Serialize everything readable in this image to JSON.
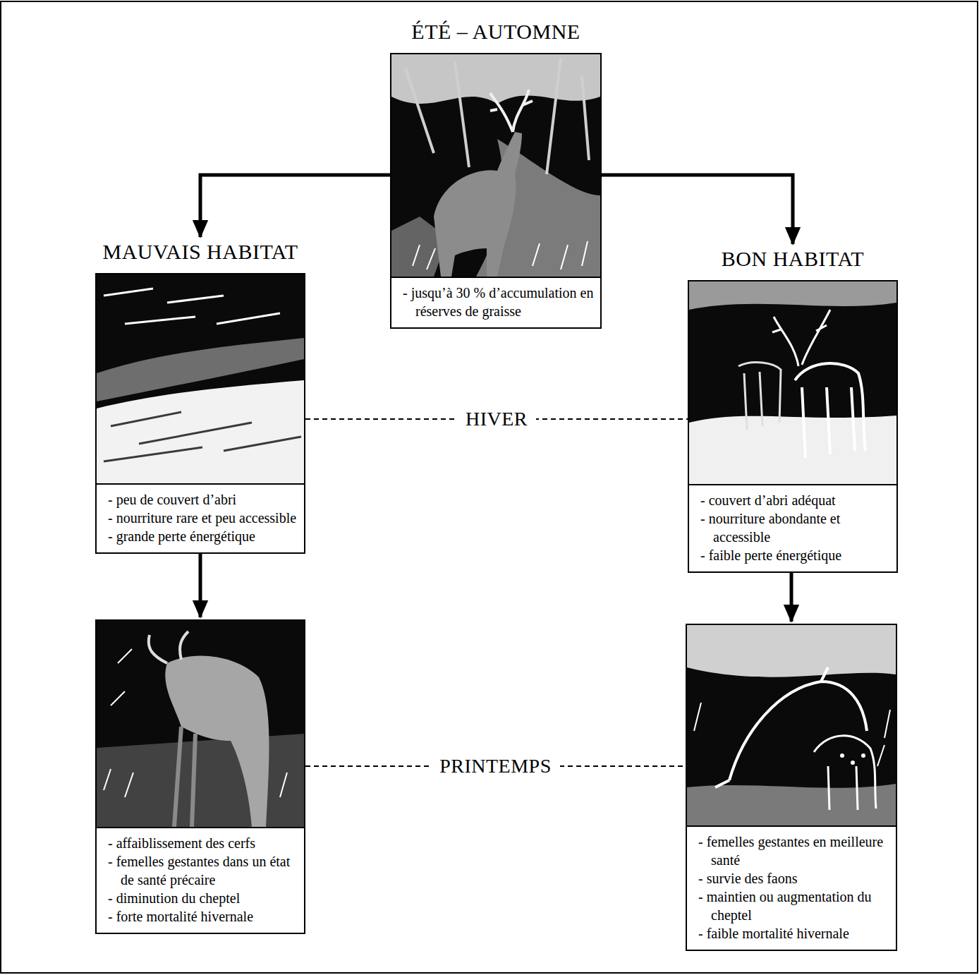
{
  "diagram": {
    "nodes": [
      {
        "text": [
          "ÉTÉ – AUTOMNE",
          "- jusqu’à 30 % d’accumulation en réserves de graisse"
        ]
      },
      {
        "text": [
          "MAUVAIS HABITAT",
          "- peu de couvert d’abri",
          "- nourriture rare et peu accessible",
          "- grande perte énergétique"
        ]
      },
      {
        "text": [
          "- affaiblissement des cerfs",
          "- femelles gestantes dans un état de santé précaire",
          "- diminution du cheptel",
          "- forte mortalité hivernale"
        ]
      },
      {
        "text": [
          "BON HABITAT",
          "- couvert d’abri adéquat",
          "- nourriture abondante et accessible",
          "- faible perte énergétique"
        ]
      },
      {
        "text": [
          "- femelles gestantes en meilleure santé",
          "- survie des faons",
          "- maintien ou augmentation du cheptel",
          "- faible mortalité hivernale"
        ]
      }
    ],
    "edges": [
      {
        "from": 0,
        "to": 1,
        "arrow": "to"
      },
      {
        "from": 0,
        "to": 3,
        "arrow": "to"
      },
      {
        "from": 1,
        "to": 2,
        "arrow": "to"
      },
      {
        "from": 3,
        "to": 4,
        "arrow": "to"
      },
      {
        "from": 1,
        "to": 3,
        "arrow": "none",
        "label": "HIVER"
      },
      {
        "from": 2,
        "to": 4,
        "arrow": "none",
        "label": "PRINTEMPS"
      }
    ]
  }
}
